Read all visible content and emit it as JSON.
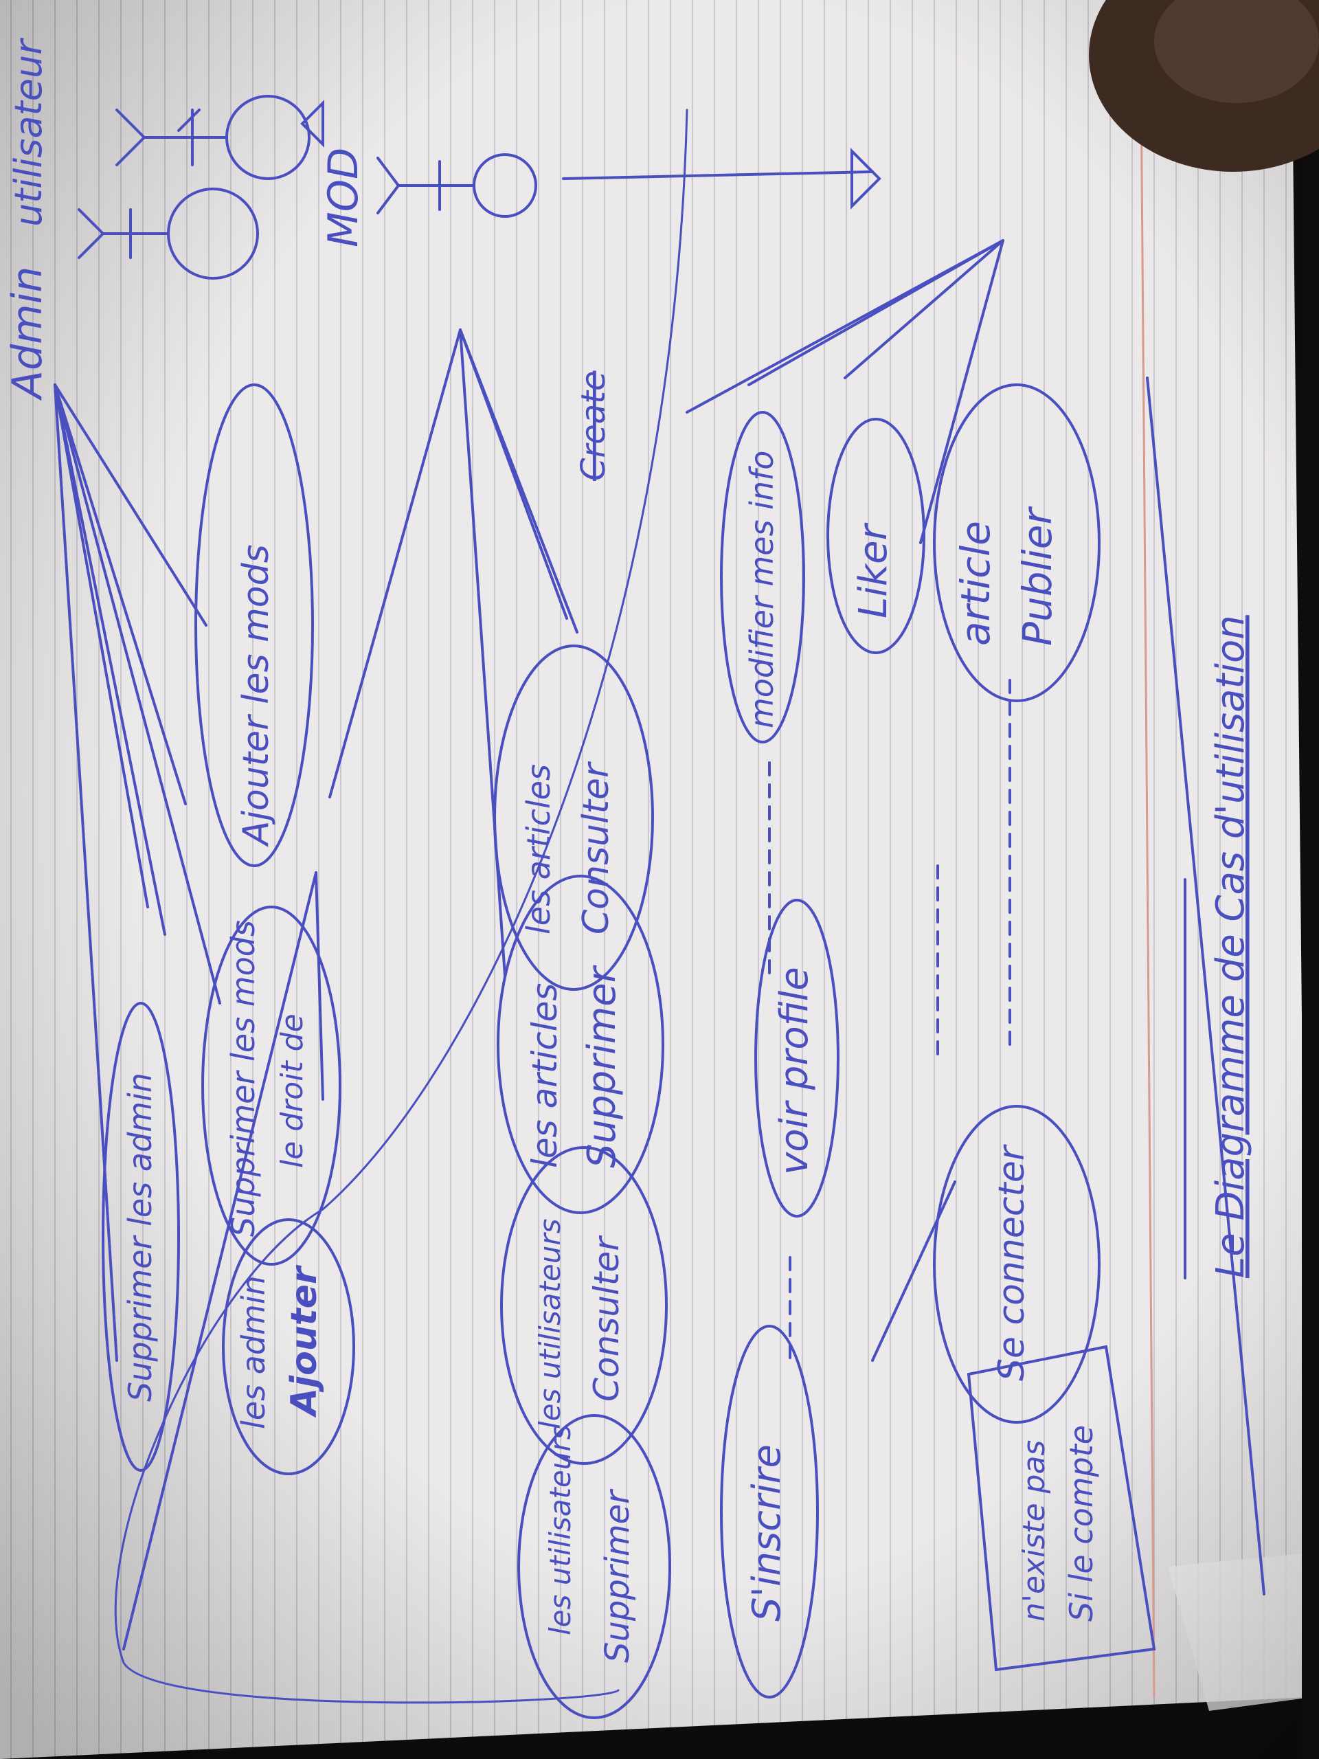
{
  "diagram": {
    "title": "Le Diagramme de Cas d'utilisation",
    "actors": {
      "user": "utilisateur",
      "moderator": "MOD",
      "admin": "Admin"
    },
    "use_cases": {
      "publier": [
        "Publier",
        "article"
      ],
      "liker": "Liker",
      "modifier": "modifier mes info",
      "consulter_articles": [
        "Consulter",
        "les articles"
      ],
      "ajouter_mods": "Ajouter les mods",
      "supprimer_articles": [
        "Supprimer",
        "les articles"
      ],
      "voir_profile": "voir profile",
      "supprimer_mods": [
        "le droit de",
        "Supprimer les mods"
      ],
      "supprimer_admin": "Supprimer les admin",
      "se_connecter": "Se connecter",
      "consulter_utilisateurs": [
        "Consulter",
        "les utilisateurs"
      ],
      "ajouter_admin": [
        "Ajouter",
        "les admin"
      ],
      "sinscrire": "S'inscrire",
      "supprimer_utilisateurs": [
        "Supprimer",
        "les utilisateurs"
      ],
      "compte_note": [
        "Si le compte",
        "n'existe pas"
      ]
    },
    "stray_label": "Create"
  },
  "colors": {
    "ink": "#4a4fbf",
    "paper": "#ece9ea",
    "ruling": "#c9c6cf",
    "margin": "#d89a8a",
    "background": "#0f0d0b",
    "thumb": "#3d2b22"
  }
}
